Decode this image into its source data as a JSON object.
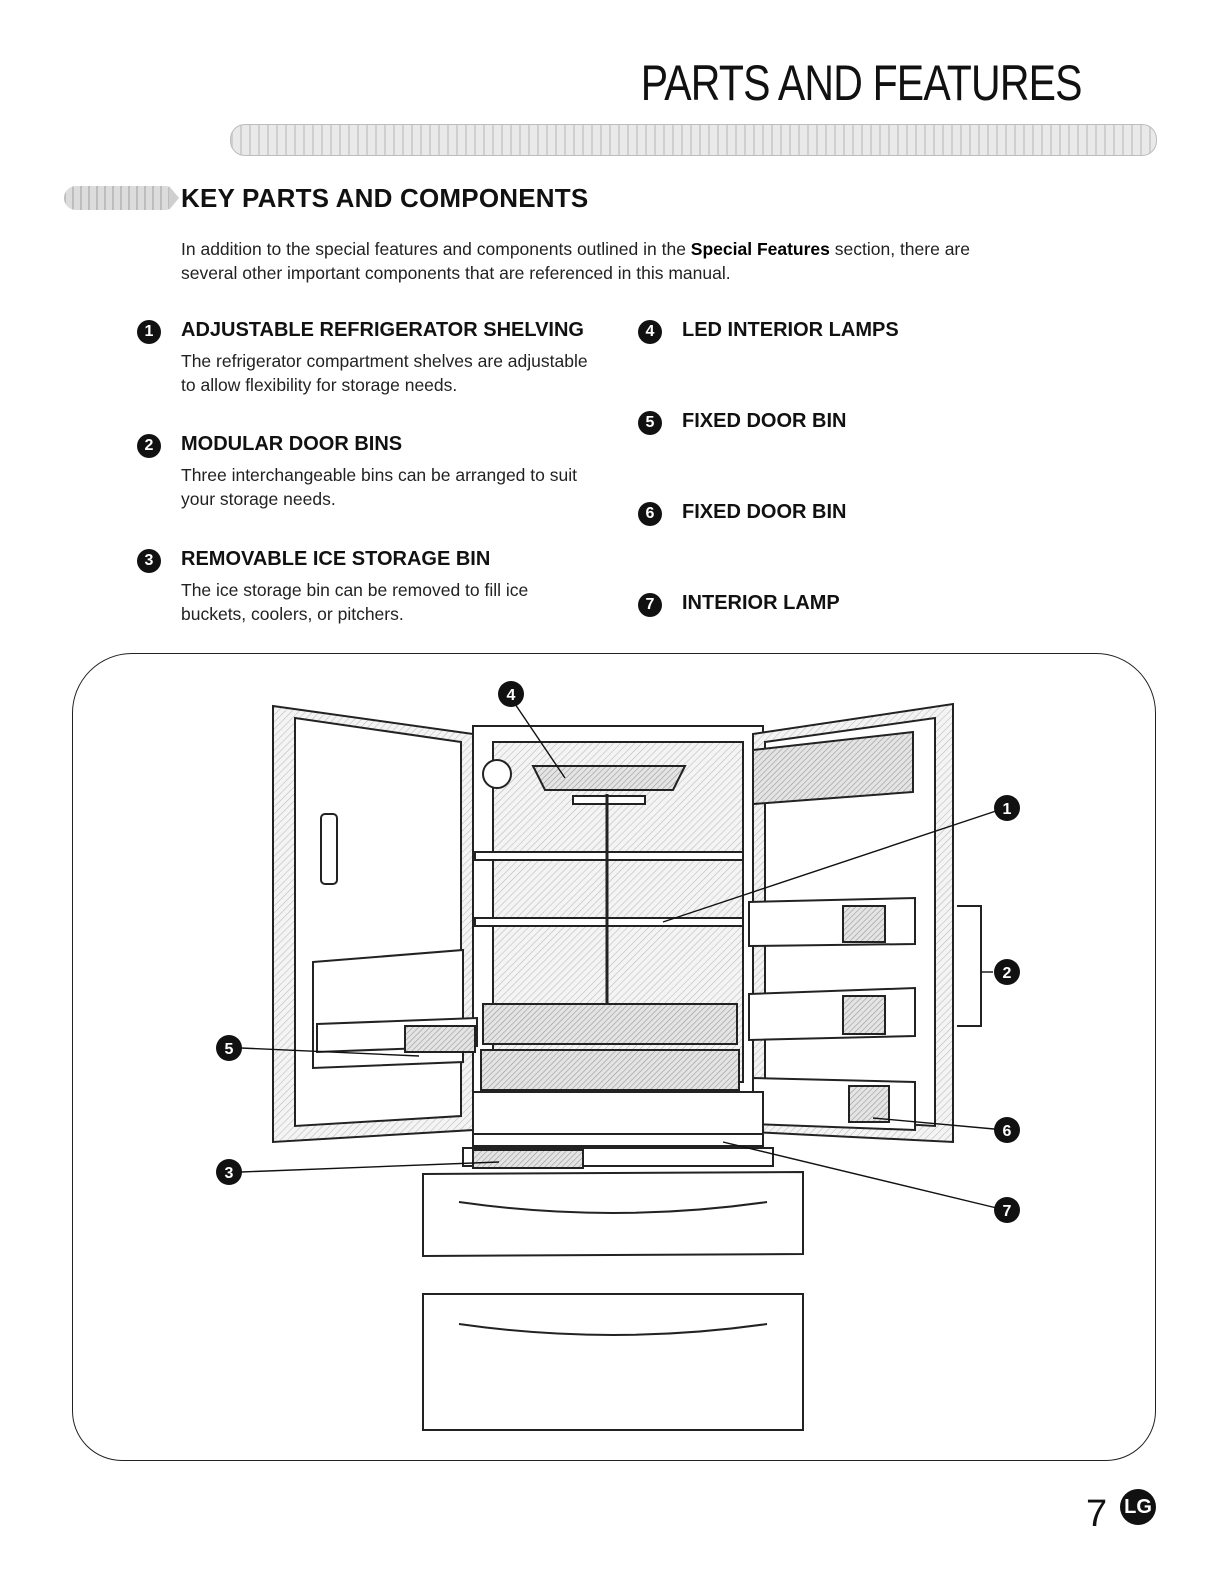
{
  "page_title": "PARTS AND FEATURES",
  "section_heading": "KEY PARTS AND COMPONENTS",
  "intro": {
    "before": "In addition to the special features and components outlined in the ",
    "bold": "Special Features",
    "after": " section, there are several other important components that are referenced in this manual."
  },
  "items": [
    {
      "num": "1",
      "title": "ADJUSTABLE REFRIGERATOR SHELVING",
      "desc": "The refrigerator compartment shelves are adjustable to allow flexibility for storage needs."
    },
    {
      "num": "2",
      "title": "MODULAR DOOR BINS",
      "desc": "Three interchangeable bins can be arranged to suit your storage needs."
    },
    {
      "num": "3",
      "title": "REMOVABLE ICE STORAGE BIN",
      "desc": "The ice storage bin can be removed to fill ice buckets, coolers, or pitchers."
    },
    {
      "num": "4",
      "title": "LED INTERIOR LAMPS",
      "desc": ""
    },
    {
      "num": "5",
      "title": "FIXED DOOR BIN",
      "desc": ""
    },
    {
      "num": "6",
      "title": "FIXED DOOR BIN",
      "desc": ""
    },
    {
      "num": "7",
      "title": "INTERIOR LAMP",
      "desc": ""
    }
  ],
  "callouts": [
    "4",
    "1",
    "2",
    "5",
    "6",
    "3",
    "7"
  ],
  "page_number": "7",
  "logo_text": "LG"
}
